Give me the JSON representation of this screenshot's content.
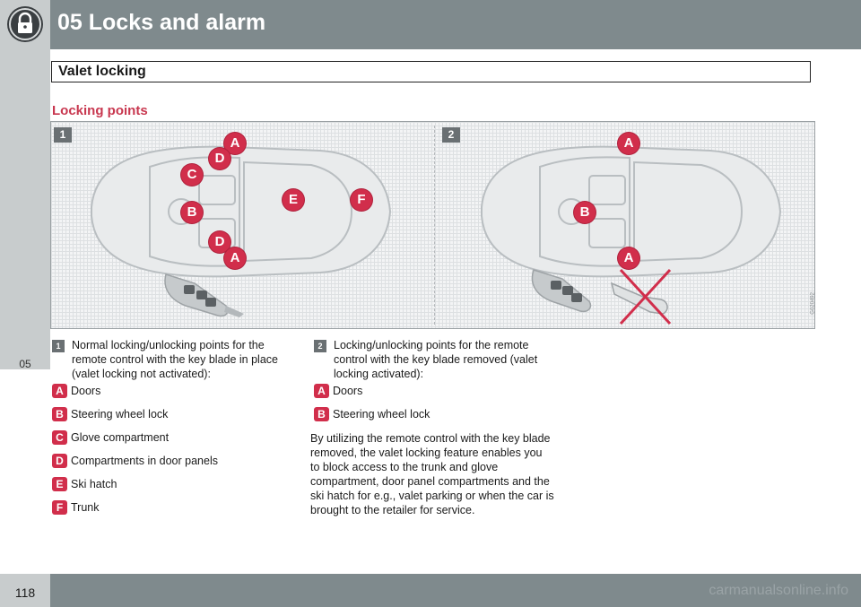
{
  "header": {
    "title": "05 Locks and alarm",
    "icon": "padlock-icon"
  },
  "sidebar": {
    "chapter": "05"
  },
  "section": {
    "title": "Valet locking",
    "subheading": "Locking points"
  },
  "figure": {
    "panel_1_tag": "1",
    "panel_2_tag": "2",
    "code": "G020492",
    "panel_1_markers": [
      "A",
      "D",
      "C",
      "E",
      "F",
      "B",
      "D",
      "A"
    ],
    "panel_2_markers": [
      "A",
      "B",
      "A"
    ]
  },
  "left_column": {
    "tag": "1",
    "intro": "Normal locking/unlocking points for the remote control with the key blade in place (valet locking not activated):",
    "items": [
      {
        "badge": "A",
        "label": "Doors"
      },
      {
        "badge": "B",
        "label": "Steering wheel lock"
      },
      {
        "badge": "C",
        "label": "Glove compartment"
      },
      {
        "badge": "D",
        "label": "Compartments in door panels"
      },
      {
        "badge": "E",
        "label": "Ski hatch"
      },
      {
        "badge": "F",
        "label": "Trunk"
      }
    ]
  },
  "right_column": {
    "tag": "2",
    "intro": "Locking/unlocking points for the remote control with the key blade removed (valet locking activated):",
    "items": [
      {
        "badge": "A",
        "label": "Doors"
      },
      {
        "badge": "B",
        "label": "Steering wheel lock"
      }
    ],
    "paragraph": "By utilizing the remote control with the key blade removed, the valet locking feature enables you to block access to the trunk and glove compartment, door panel compartments and the ski hatch for e.g., valet parking or when the car is brought to the retailer for service."
  },
  "footer": {
    "page": "118",
    "watermark": "carmanualsonline.info"
  },
  "colors": {
    "accent": "#d12e4b",
    "header": "#7f8a8d",
    "sidebar": "#c8cccd"
  }
}
